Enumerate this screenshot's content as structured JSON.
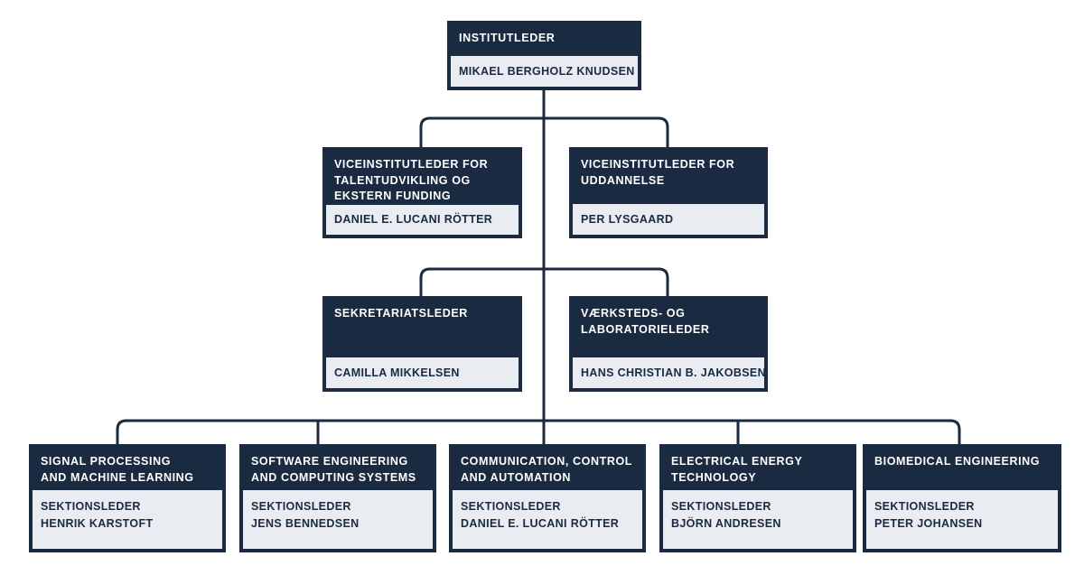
{
  "org_chart": {
    "colors": {
      "navy": "#1a2a41",
      "panel": "#e9ecf0",
      "background": "#ffffff"
    },
    "nodes": {
      "root": {
        "title": "INSTITUTLEDER",
        "person": "MIKAEL BERGHOLZ KNUDSEN"
      },
      "vice_talent": {
        "title": "VICEINSTITUTLEDER FOR\nTALENTUDVIKLING OG\nEKSTERN FUNDING",
        "person": "DANIEL E. LUCANI RÖTTER"
      },
      "vice_uddannelse": {
        "title": "VICEINSTITUTLEDER FOR\nUDDANNELSE",
        "person": "PER LYSGAARD"
      },
      "sekretariat": {
        "title": "SEKRETARIATSLEDER",
        "person": "CAMILLA MIKKELSEN"
      },
      "vaerksted": {
        "title": "VÆRKSTEDS- OG\nLABORATORIELEDER",
        "person": "HANS CHRISTIAN B. JAKOBSEN"
      },
      "sections": [
        {
          "title": "SIGNAL PROCESSING\nAND MACHINE LEARNING",
          "role": "SEKTIONSLEDER",
          "person": "HENRIK KARSTOFT"
        },
        {
          "title": "SOFTWARE ENGINEERING\nAND COMPUTING SYSTEMS",
          "role": "SEKTIONSLEDER",
          "person": "JENS BENNEDSEN"
        },
        {
          "title": "COMMUNICATION, CONTROL\nAND AUTOMATION",
          "role": "SEKTIONSLEDER",
          "person": "DANIEL E. LUCANI RÖTTER"
        },
        {
          "title": "ELECTRICAL ENERGY\nTECHNOLOGY",
          "role": "SEKTIONSLEDER",
          "person": "BJÖRN ANDRESEN"
        },
        {
          "title": "BIOMEDICAL ENGINEERING",
          "role": "SEKTIONSLEDER",
          "person": "PETER JOHANSEN"
        }
      ]
    }
  }
}
